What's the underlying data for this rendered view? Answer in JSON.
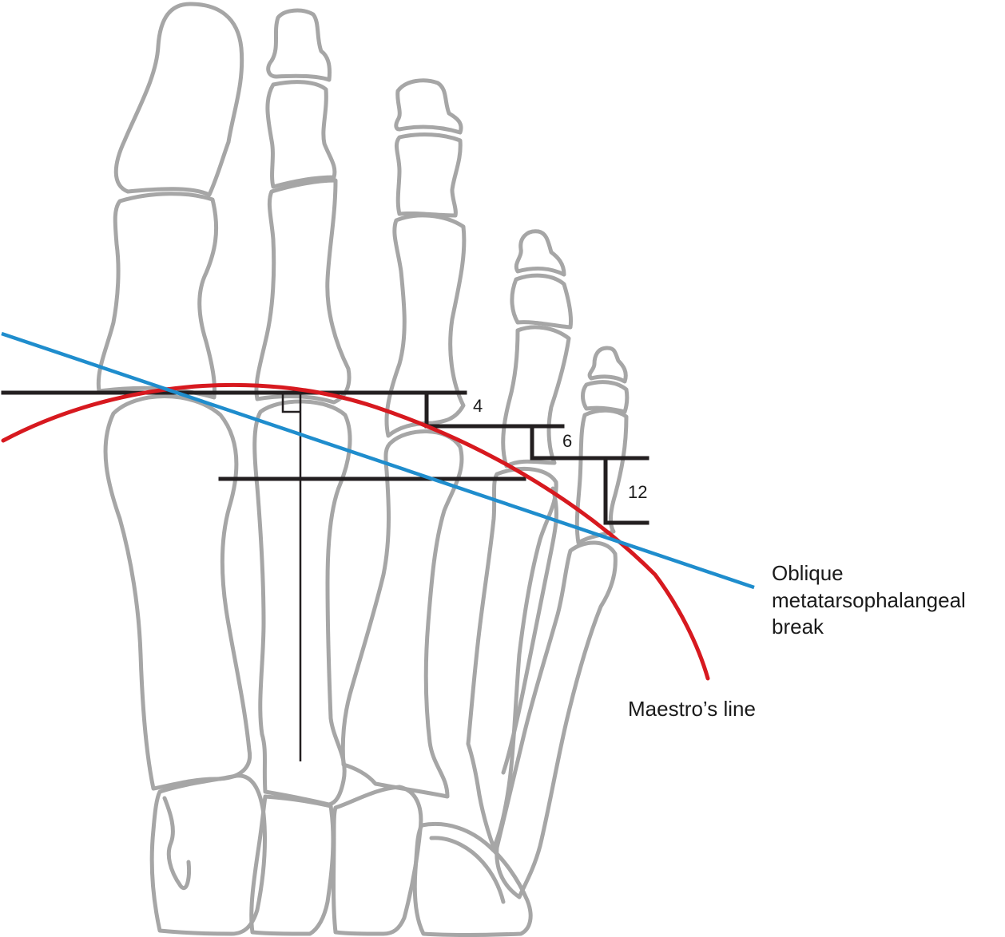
{
  "colors": {
    "bone_outline": "#a6a6a6",
    "measure_lines": "#231f20",
    "maestro_line": "#d7191f",
    "oblique_break": "#1f8dcd",
    "text": "#1a1a1a"
  },
  "measurements": [
    {
      "label": "4"
    },
    {
      "label": "6"
    },
    {
      "label": "12"
    }
  ],
  "annotations": {
    "oblique_line_1": "Oblique",
    "oblique_line_2": "metatarsophalangeal",
    "oblique_line_3": "break",
    "maestro": "Maestro’s line"
  }
}
